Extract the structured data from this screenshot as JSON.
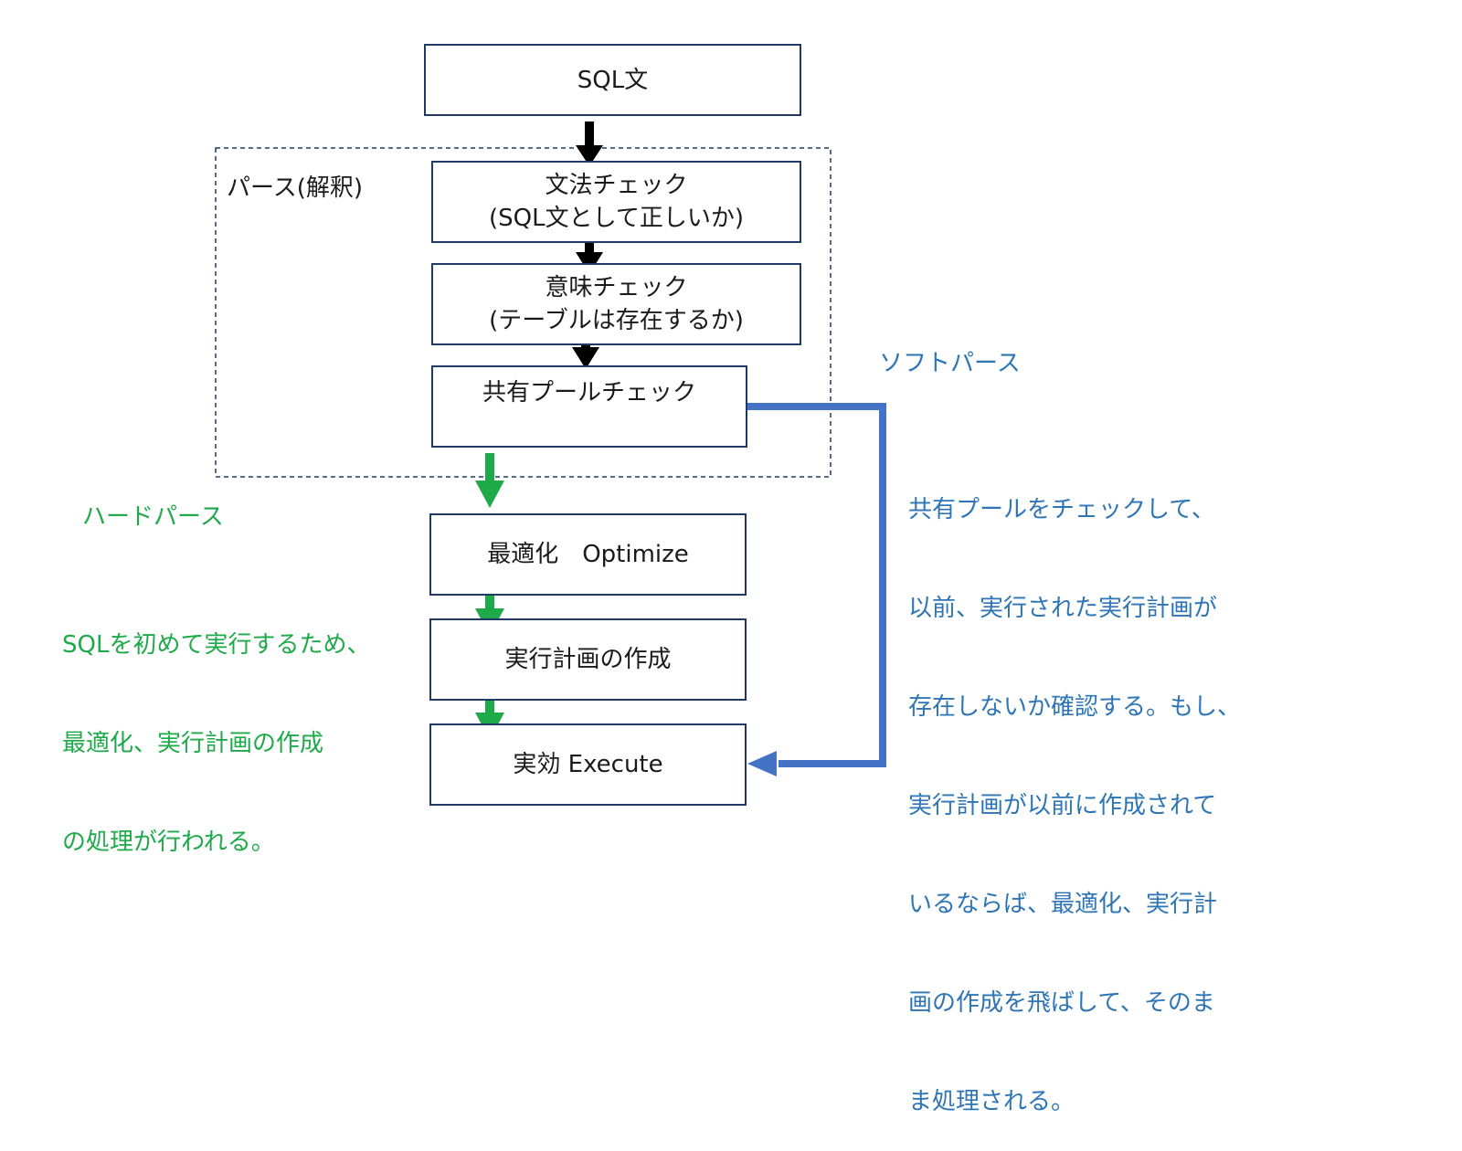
{
  "nodes": {
    "sql": {
      "label": "SQL文"
    },
    "syntax": {
      "line1": "文法チェック",
      "line2": "(SQL文として正しいか)"
    },
    "semantic": {
      "line1": "意味チェック",
      "line2": "(テーブルは存在するか)"
    },
    "shared_pool": {
      "label": "共有プールチェック"
    },
    "optimize": {
      "label": "最適化　Optimize"
    },
    "plan": {
      "label": "実行計画の作成"
    },
    "execute": {
      "label": "実効 Execute"
    }
  },
  "parse_group": {
    "label": "パース(解釈)"
  },
  "hard_parse": {
    "title": "ハードパース",
    "description": [
      "SQLを初めて実行するため、",
      "最適化、実行計画の作成",
      "の処理が行われる。"
    ]
  },
  "soft_parse": {
    "title": "ソフトパース",
    "description": [
      "共有プールをチェックして、",
      "以前、実行された実行計画が",
      "存在しないか確認する。もし、",
      "実行計画が以前に作成されて",
      "いるならば、最適化、実行計",
      "画の作成を飛ばして、そのま",
      "ま処理される。"
    ]
  },
  "colors": {
    "box_border": "#1f3864",
    "group_border": "#1f3864",
    "hard_parse": "#1faa4a",
    "soft_parse": "#2e75b6",
    "arrow_main": "#000000",
    "arrow_soft": "#4472c4"
  }
}
